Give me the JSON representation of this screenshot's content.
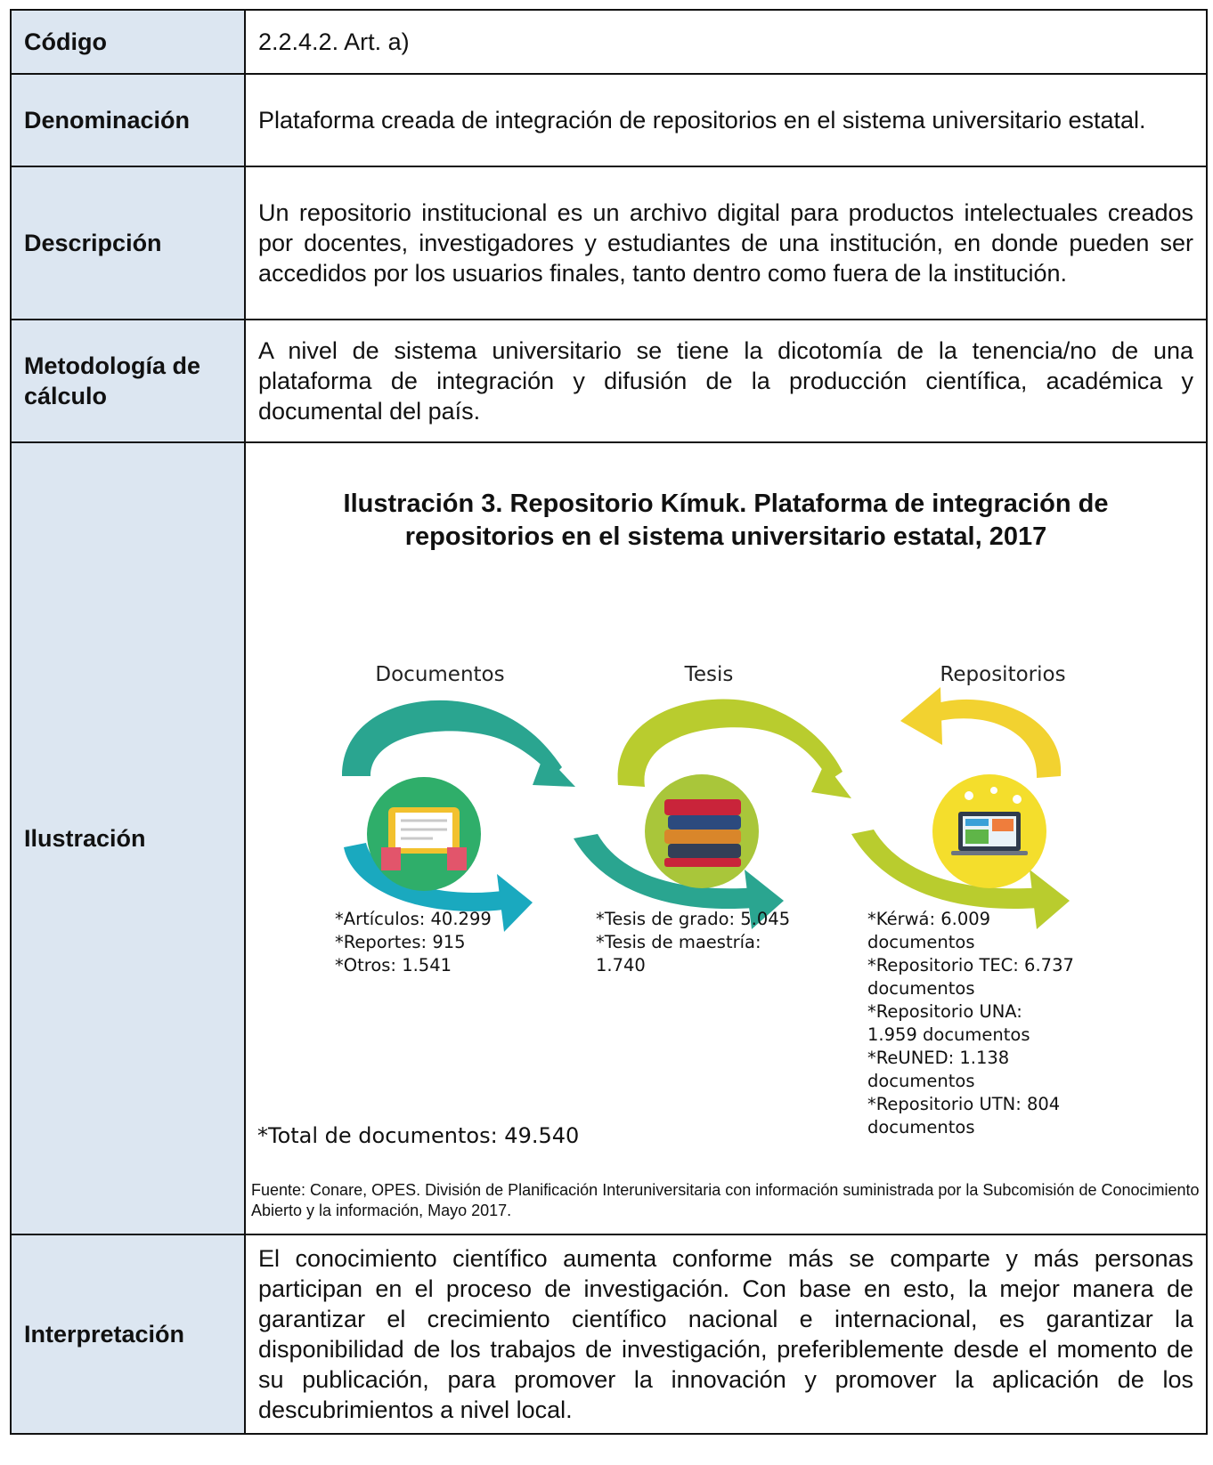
{
  "rows": {
    "codigo": {
      "label": "Código",
      "value": "2.2.4.2. Art. a)"
    },
    "denominacion": {
      "label": "Denominación",
      "value": "Plataforma creada de integración de repositorios en el sistema universitario estatal."
    },
    "descripcion": {
      "label": "Descripción",
      "value": "Un repositorio institucional es un archivo digital para productos intelectuales creados por docentes, investigadores y estudiantes de una institución, en donde pueden ser accedidos por los usuarios finales, tanto dentro como fuera de la institución."
    },
    "metodologia": {
      "label": "Metodología de cálculo",
      "value": "A nivel de sistema universitario se tiene la dicotomía de la tenencia/no de una plataforma de integración y difusión de la producción científica, académica y documental del país."
    },
    "ilustracion": {
      "label": "Ilustración"
    },
    "interpretacion": {
      "label": "Interpretación",
      "value": "El conocimiento científico aumenta conforme más se comparte y más personas participan en el proceso de investigación. Con base en esto, la mejor manera de garantizar el crecimiento científico nacional e internacional, es garantizar la disponibilidad de los trabajos de investigación, preferiblemente desde el momento de su publicación, para promover la innovación y promover la aplicación de los descubrimientos a nivel local."
    }
  },
  "illustration": {
    "title": "Ilustración 3. Repositorio Kímuk. Plataforma de integración de repositorios en el sistema universitario estatal, 2017",
    "columns": [
      {
        "title": "Documentos",
        "stats": "*Artículos: 40.299\n*Reportes: 915\n*Otros: 1.541",
        "icon": "tablet-reading-icon"
      },
      {
        "title": "Tesis",
        "stats": "*Tesis de grado: 5.045\n*Tesis de maestría:\n1.740",
        "icon": "books-stack-icon"
      },
      {
        "title": "Repositorios",
        "stats": "*Kérwá: 6.009\ndocumentos\n*Repositorio TEC: 6.737\ndocumentos\n*Repositorio UNA:\n1.959 documentos\n*ReUNED: 1.138\ndocumentos\n*Repositorio UTN: 804\ndocumentos",
        "icon": "computer-screen-icon"
      }
    ],
    "total": "*Total de documentos: 49.540",
    "source": "Fuente: Conare, OPES. División de Planificación Interuniversitaria con información suministrada por la Subcomisión de Conocimiento Abierto y la información, Mayo 2017.",
    "colors": {
      "teal": "#2aa590",
      "cyan": "#1aa9bf",
      "lime": "#b9cc2e",
      "yellow": "#f2d230",
      "green_circle": "#2fae6a",
      "olive_circle": "#a9c63a",
      "yellow_circle": "#f4de2c"
    }
  }
}
